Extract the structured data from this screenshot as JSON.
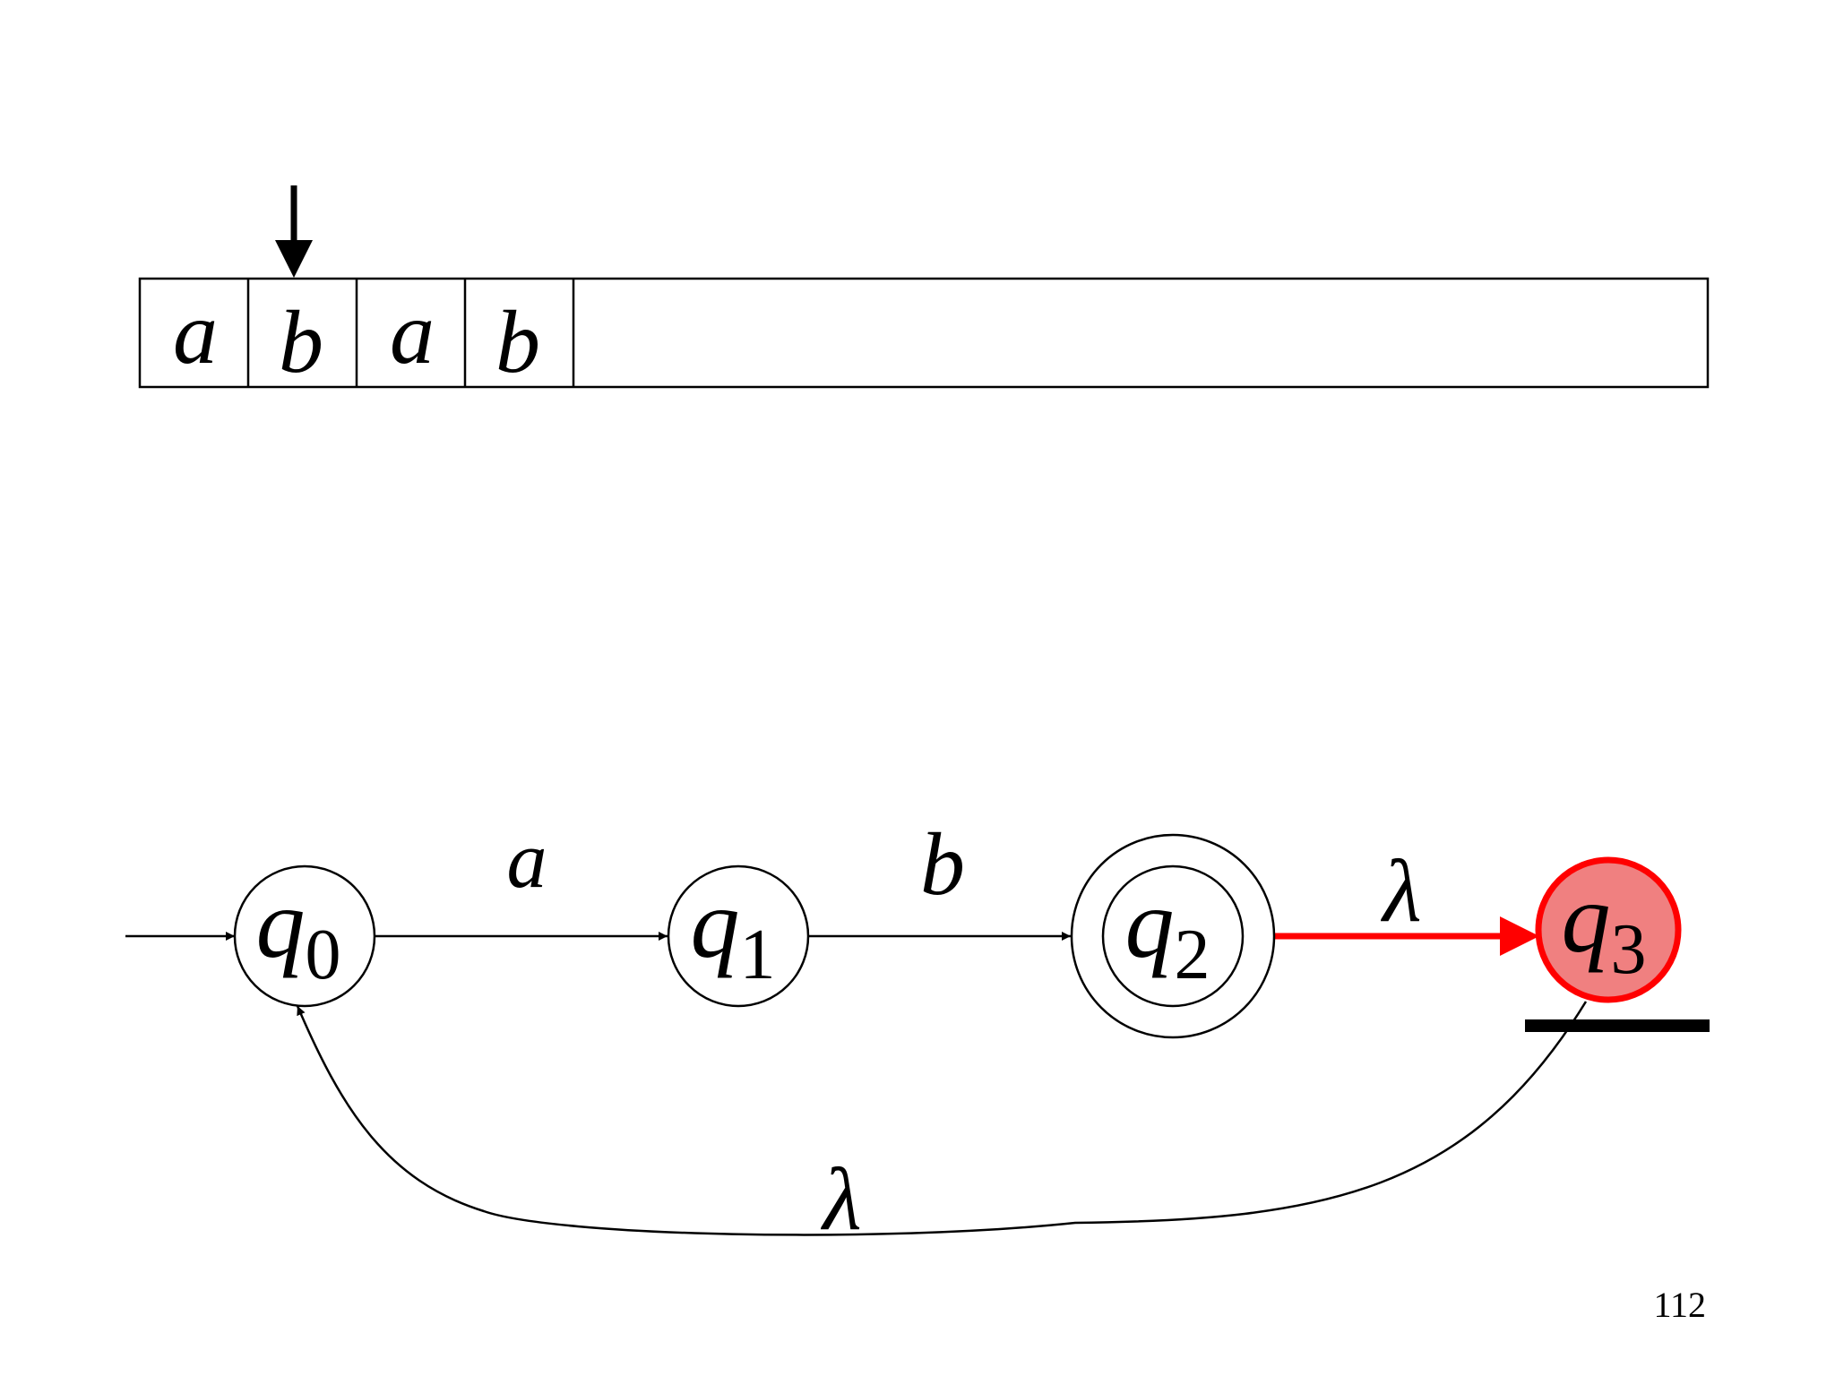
{
  "tape": {
    "cells": [
      "a",
      "b",
      "a",
      "b"
    ],
    "head_position": 1
  },
  "automaton": {
    "states": [
      {
        "id": "q0",
        "letter": "q",
        "index": "0",
        "initial": true,
        "accepting": false,
        "active": false
      },
      {
        "id": "q1",
        "letter": "q",
        "index": "1",
        "initial": false,
        "accepting": false,
        "active": false
      },
      {
        "id": "q2",
        "letter": "q",
        "index": "2",
        "initial": false,
        "accepting": true,
        "active": false
      },
      {
        "id": "q3",
        "letter": "q",
        "index": "3",
        "initial": false,
        "accepting": false,
        "active": true
      }
    ],
    "transitions": [
      {
        "from": "q0",
        "to": "q1",
        "label": "a",
        "highlighted": false
      },
      {
        "from": "q1",
        "to": "q2",
        "label": "b",
        "highlighted": false
      },
      {
        "from": "q2",
        "to": "q3",
        "label": "λ",
        "highlighted": true
      },
      {
        "from": "q3",
        "to": "q0",
        "label": "λ",
        "highlighted": false
      }
    ]
  },
  "page_number": "112",
  "colors": {
    "highlight": "#ff0000",
    "active_fill": "#f08080",
    "ink": "#000000"
  }
}
